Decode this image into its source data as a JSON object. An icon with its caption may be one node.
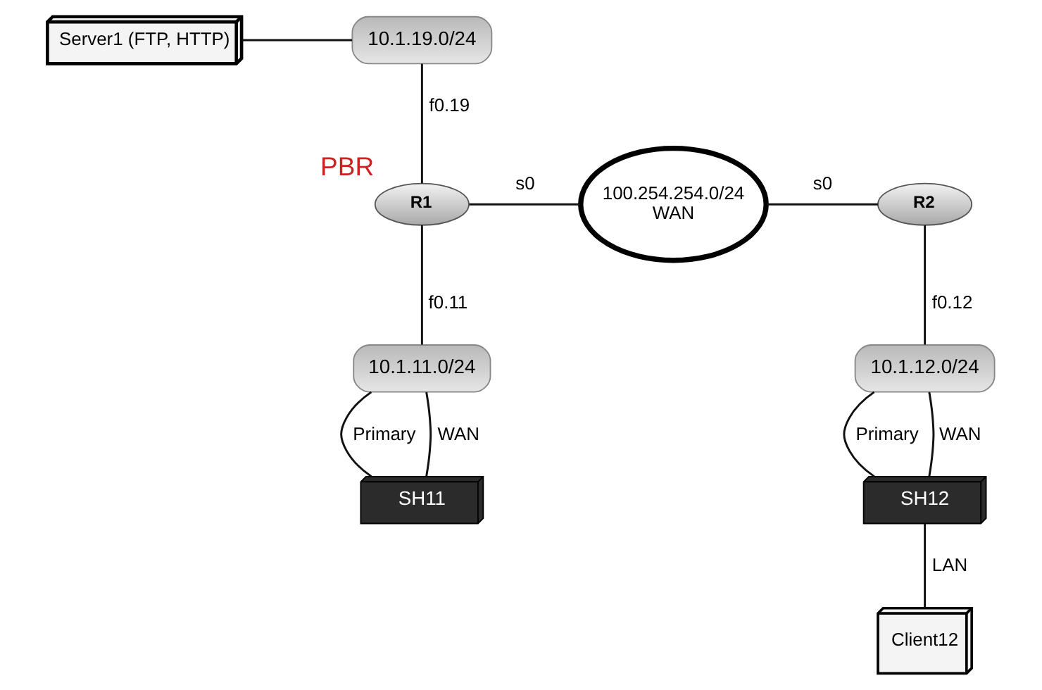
{
  "diagram": {
    "nodes": [
      {
        "text": [
          "Server1 (FTP, HTTP)"
        ]
      },
      {
        "text": [
          "10.1.19.0/24"
        ]
      },
      {
        "text": [
          "R1"
        ],
        "beside": [
          "PBR"
        ]
      },
      {
        "text": [
          "100.254.254.0/24",
          "WAN"
        ]
      },
      {
        "text": [
          "R2"
        ]
      },
      {
        "text": [
          "10.1.12.0/24"
        ]
      },
      {
        "text": [
          "10.1.11.0/24"
        ]
      },
      {
        "text": [
          "SH12"
        ]
      },
      {
        "text": [
          "SH11"
        ]
      },
      {
        "text": [
          "Client12"
        ]
      }
    ],
    "edges": [
      {
        "from": 0,
        "to": 1,
        "arrow": "none"
      },
      {
        "from": 1,
        "to": 2,
        "arrow": "none",
        "label": "f0.19"
      },
      {
        "from": 2,
        "to": 3,
        "arrow": "none",
        "label": "s0"
      },
      {
        "from": 3,
        "to": 4,
        "arrow": "none",
        "label": "s0"
      },
      {
        "from": 2,
        "to": 6,
        "arrow": "none",
        "label": "f0.11"
      },
      {
        "from": 4,
        "to": 5,
        "arrow": "none",
        "label": "f0.12"
      },
      {
        "from": 5,
        "to": 7,
        "arrow": "none",
        "label": "Primary"
      },
      {
        "from": 5,
        "to": 7,
        "arrow": "none",
        "label": "WAN"
      },
      {
        "from": 6,
        "to": 8,
        "arrow": "none",
        "label": "Primary"
      },
      {
        "from": 6,
        "to": 8,
        "arrow": "none",
        "label": "WAN"
      },
      {
        "from": 7,
        "to": 9,
        "arrow": "none",
        "label": "LAN"
      }
    ]
  }
}
